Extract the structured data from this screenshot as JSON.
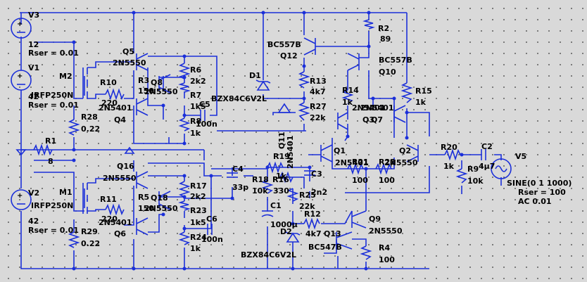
{
  "components": {
    "V3": {
      "name": "V3",
      "value": "12",
      "rser": "Rser = 0.01"
    },
    "V1": {
      "name": "V1",
      "value": "42",
      "rser": "Rser = 0.01"
    },
    "V2": {
      "name": "V2",
      "value": "42",
      "rser": "Rser = 0.01"
    },
    "V5": {
      "name": "V5",
      "source": "SINE(0 1 1000)",
      "rser": "Rser = 100",
      "ac": "AC 0.01"
    },
    "M2": {
      "name": "M2",
      "value": "IRFP250N"
    },
    "M1": {
      "name": "M1",
      "value": "IRFP250N"
    },
    "Q5": {
      "name": "Q5",
      "value": "2N5550"
    },
    "Q4": {
      "name": "Q4",
      "value": "2N5401"
    },
    "Q8": {
      "name": "Q8",
      "value": "2N5550"
    },
    "Q16": {
      "name": "Q16",
      "value": "2N5550"
    },
    "Q6": {
      "name": "Q6",
      "value": "2N5401"
    },
    "Q18": {
      "name": "Q18",
      "value": "2N5550"
    },
    "Q12": {
      "name": "Q12",
      "value": "BC557B"
    },
    "Q10": {
      "name": "Q10",
      "value": "BC557B"
    },
    "Q11": {
      "name": "Q11",
      "value": "2N5401"
    },
    "Q1": {
      "name": "Q1",
      "value": "2N5401"
    },
    "Q2": {
      "name": "Q2",
      "value": "2N5550"
    },
    "Q3": {
      "name": "Q3",
      "value": "2N5401"
    },
    "Q7": {
      "name": "Q7",
      "value": "2N5401"
    },
    "Q9": {
      "name": "Q9",
      "value": "2N5550"
    },
    "Q13": {
      "name": "Q13",
      "value": "BC547B"
    },
    "D1": {
      "name": "D1",
      "value": "BZX84C6V2L"
    },
    "D2": {
      "name": "D2",
      "value": "BZX84C6V2L"
    },
    "R1": {
      "name": "R1",
      "value": "8"
    },
    "R2": {
      "name": "R2",
      "value": "89"
    },
    "R3": {
      "name": "R3",
      "value": "150"
    },
    "R4": {
      "name": "R4",
      "value": "100"
    },
    "R5": {
      "name": "R5",
      "value": "150"
    },
    "R6": {
      "name": "R6",
      "value": "2k2"
    },
    "R7": {
      "name": "R7",
      "value": "1k5"
    },
    "R8": {
      "name": "R8",
      "value": "1k"
    },
    "R9": {
      "name": "R9",
      "value": "10k"
    },
    "R10": {
      "name": "R10",
      "value": "220"
    },
    "R11": {
      "name": "R11",
      "value": "220"
    },
    "R12": {
      "name": "R12",
      "value": "4k7"
    },
    "R13": {
      "name": "R13",
      "value": "4k7"
    },
    "R14": {
      "name": "R14",
      "value": "1k"
    },
    "R15": {
      "name": "R15",
      "value": "1k"
    },
    "R16": {
      "name": "R16",
      "value": "330"
    },
    "R17": {
      "name": "R17",
      "value": "2k2"
    },
    "R18": {
      "name": "R18",
      "value": "10k"
    },
    "R19": {
      "name": "R19",
      "value": "1k"
    },
    "R20": {
      "name": "R20",
      "value": "1k"
    },
    "R21": {
      "name": "R21",
      "value": "100"
    },
    "R22": {
      "name": "R22",
      "value": "100"
    },
    "R23": {
      "name": "R23",
      "value": "1k5"
    },
    "R24": {
      "name": "R24",
      "value": "1k"
    },
    "R25": {
      "name": "R25",
      "value": "22k"
    },
    "R27": {
      "name": "R27",
      "value": "22k"
    },
    "R28": {
      "name": "R28",
      "value": "0.22"
    },
    "R29": {
      "name": "R29",
      "value": "0.22"
    },
    "C1": {
      "name": "C1",
      "value": "1000µ"
    },
    "C2": {
      "name": "C2",
      "value": "4µ7"
    },
    "C3": {
      "name": "C3",
      "value": "2n2"
    },
    "C4": {
      "name": "C4",
      "value": "33p"
    },
    "C5": {
      "name": "C5",
      "value": "100n"
    },
    "C6": {
      "name": "C6",
      "value": "100n"
    }
  }
}
